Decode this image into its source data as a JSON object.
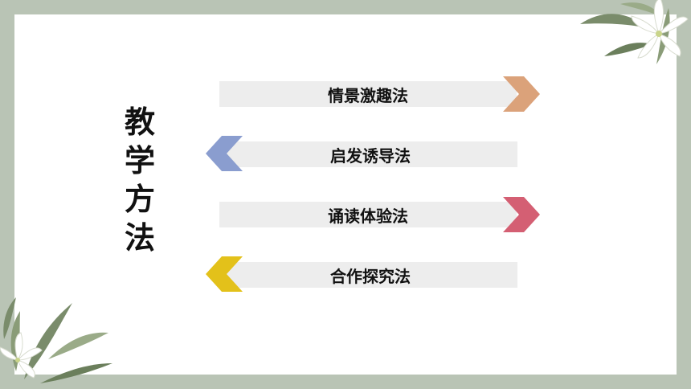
{
  "title_chars": [
    "教",
    "学",
    "方",
    "法"
  ],
  "methods": [
    {
      "label": "情景激趣法",
      "arrow_direction": "right",
      "color": "#dba27a"
    },
    {
      "label": "启发诱导法",
      "arrow_direction": "left",
      "color": "#8a9dcf"
    },
    {
      "label": "诵读体验法",
      "arrow_direction": "right",
      "color": "#d45f73"
    },
    {
      "label": "合作探究法",
      "arrow_direction": "left",
      "color": "#e3c11a"
    }
  ],
  "colors": {
    "frame": "#b9c4b5",
    "bar": "#ededed",
    "text": "#111111"
  },
  "decorations": [
    "lily-flower-top-right",
    "lily-flower-bottom-left"
  ]
}
